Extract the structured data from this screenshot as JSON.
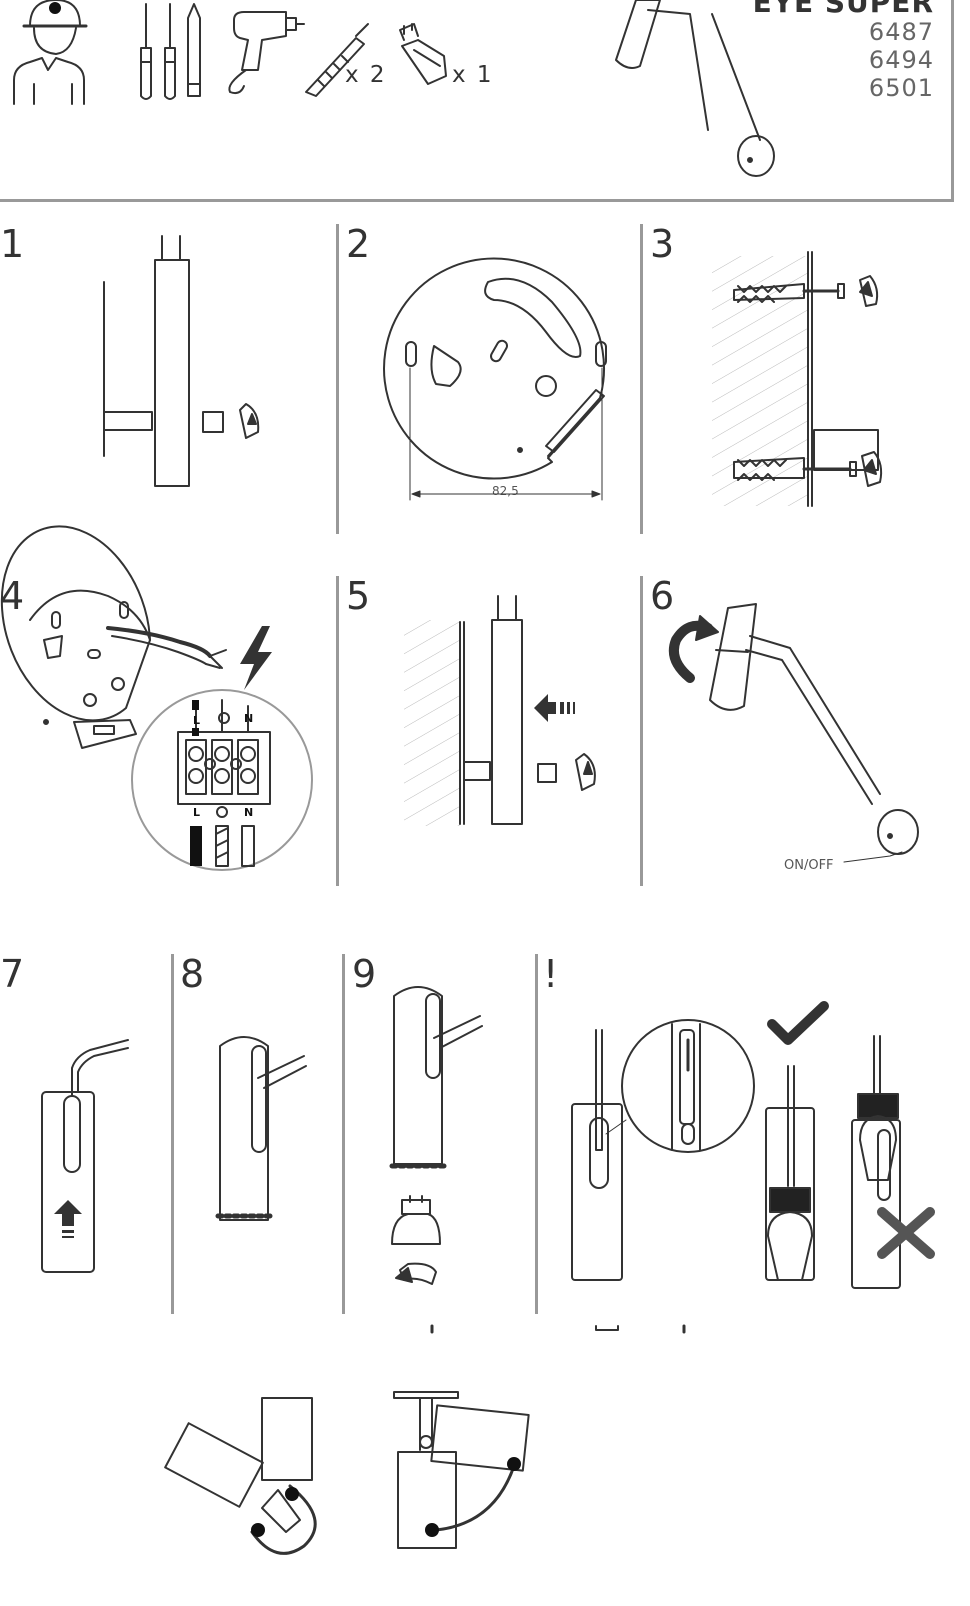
{
  "header": {
    "product_name": "EYE SUPER",
    "codes": [
      "6487",
      "6494",
      "6501"
    ],
    "tools": {
      "person": "installer-icon",
      "screwdrivers": "screwdriver-icon",
      "pencil": "pencil-icon",
      "drill": "drill-icon",
      "dowel_qty": "x 2",
      "bulb_qty": "x 1"
    }
  },
  "steps": {
    "s1": "1",
    "s2": "2",
    "s3": "3",
    "s4": "4",
    "s5": "5",
    "s6": "6",
    "s7": "7",
    "s8": "8",
    "s9": "9",
    "warning": "!"
  },
  "dimension_label": "82,5",
  "onoff_label": "ON/OFF",
  "terminal_labels": {
    "top_left": "L",
    "top_mid": "⏚",
    "top_right": "N",
    "bottom_left": "L",
    "bottom_right": "N"
  },
  "colors": {
    "line": "#333333",
    "frame": "#999999"
  }
}
